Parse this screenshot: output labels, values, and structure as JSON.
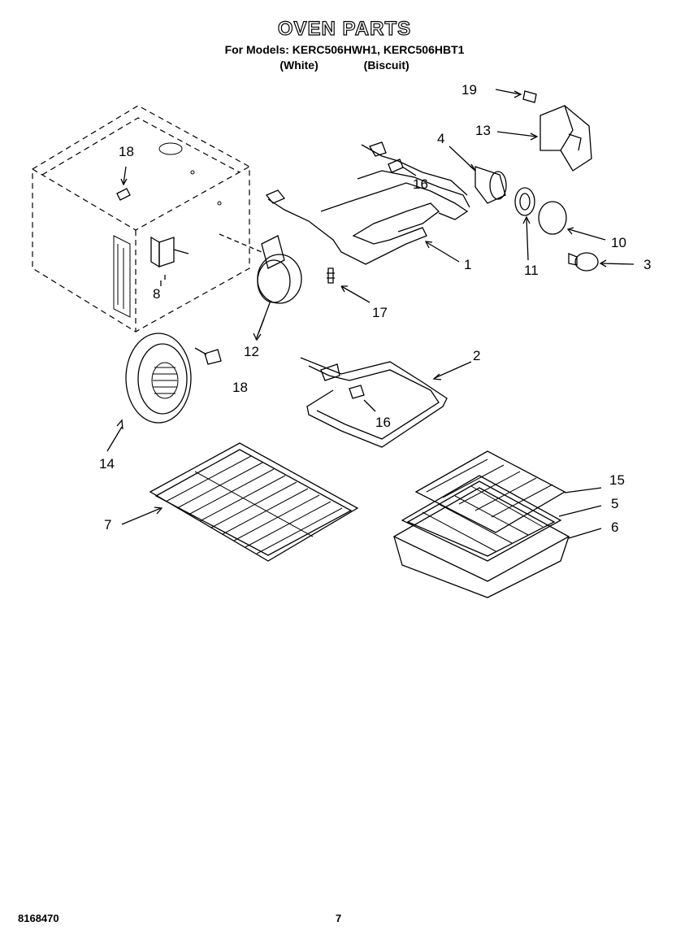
{
  "header": {
    "title": "OVEN PARTS",
    "models_line": "For Models: KERC506HWH1, KERC506HBT1",
    "variants": [
      "(White)",
      "(Biscuit)"
    ]
  },
  "callouts": [
    "1",
    "2",
    "3",
    "4",
    "5",
    "6",
    "7",
    "8",
    "10",
    "11",
    "12",
    "13",
    "14",
    "15",
    "16",
    "16",
    "17",
    "18",
    "18",
    "19"
  ],
  "footer": {
    "doc_number": "8168470",
    "page_number": "7"
  }
}
